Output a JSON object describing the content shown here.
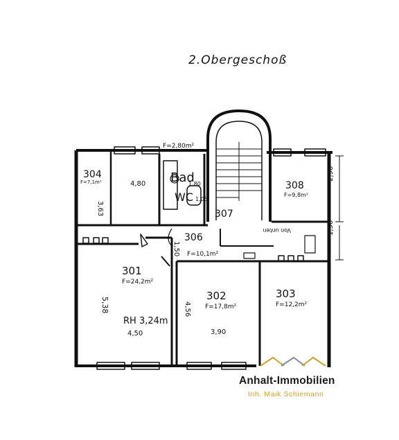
{
  "title": "2.Obergeschoß",
  "rooms": {
    "r304": {
      "number": "304",
      "area": "F=7,1m²"
    },
    "bad": {
      "label": "Bad",
      "wc": "WC",
      "dim_a": "1,80",
      "dim_b": "1,05"
    },
    "r308": {
      "number": "308",
      "area": "F=9,8m²"
    },
    "r307": {
      "number": "307"
    },
    "r306": {
      "number": "306",
      "area": "F=10,1m²"
    },
    "r301": {
      "number": "301",
      "area": "F=24,2m²",
      "height": "RH 3,24m"
    },
    "r302": {
      "number": "302",
      "area": "F=17,8m²"
    },
    "r303": {
      "number": "303",
      "area": "F=12,2m²"
    }
  },
  "top_area": "F=2,80m²",
  "dimensions": {
    "d480": "4,80",
    "d363": "3,63",
    "d298": "2,98",
    "d150r": "1,50",
    "d150m": "1,50",
    "d538": "5,38",
    "d456": "4,56",
    "d450": "4,50",
    "d390": "3,90"
  },
  "annotation_upper": "Von unten",
  "brand": {
    "name": "Anhalt-Immobilien",
    "sub": "Inh. Maik Schiemann",
    "roof_colors": [
      "#c9a227",
      "#7f8c99"
    ]
  }
}
